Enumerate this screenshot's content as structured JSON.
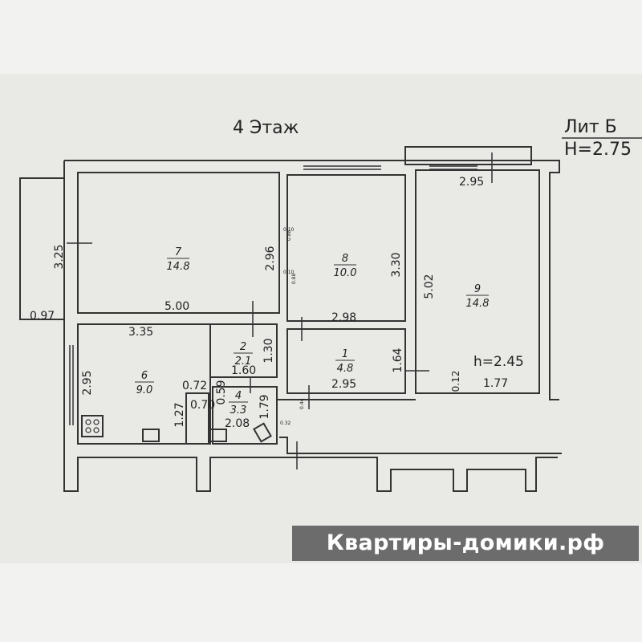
{
  "title": "4  Этаж",
  "lit": "Лит Б",
  "height_label": "H=2.75",
  "rooms": [
    {
      "num": "7",
      "area": "14.8"
    },
    {
      "num": "8",
      "area": "10.0"
    },
    {
      "num": "9",
      "area": "14.8"
    },
    {
      "num": "6",
      "area": "9.0"
    },
    {
      "num": "2",
      "area": "2.1"
    },
    {
      "num": "1",
      "area": "4.8"
    },
    {
      "num": "4",
      "area": "3.3"
    }
  ],
  "dims": {
    "d325": "3.25",
    "d097": "0.97",
    "d296": "2.96",
    "d500": "5.00",
    "d330": "3.30",
    "d298": "2.98",
    "d295a": "2.95",
    "d502": "5.02",
    "d177": "1.77",
    "d012": "0.12",
    "d335": "3.35",
    "d295b": "2.95",
    "d130": "1.30",
    "d160": "1.60",
    "d164": "1.64",
    "d295c": "2.95",
    "d072": "0.72",
    "d070": "0.70",
    "d059": "0.59",
    "d127": "1.27",
    "d179": "1.79",
    "d208": "2.08",
    "d044": "0.44",
    "d032": "0.32",
    "s010a": "0.10",
    "s088a": "0.88",
    "s010b": "0.10",
    "s088b": "0.88"
  },
  "h_room": "h=2.45",
  "watermark": "Квартиры-домики.рф"
}
